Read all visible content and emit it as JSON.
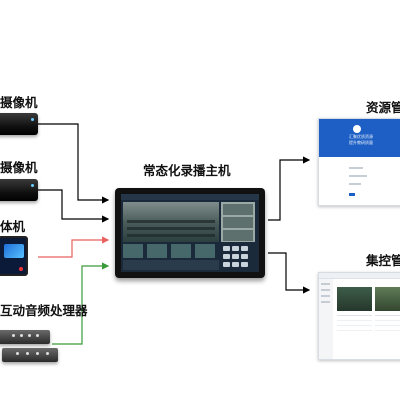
{
  "nodes": {
    "camera1_label": "摄像机",
    "camera2_label": "摄像机",
    "aio_label": "体机",
    "audio_label": "互动音频处理器",
    "host_label": "常态化录播主机",
    "resource_label": "资源管",
    "control_label": "集控管"
  },
  "resource_panel": {
    "banner_line1": "汇聚优质资源",
    "banner_line2": "提升教研质量"
  },
  "colors": {
    "black_arrow": "#000000",
    "red_arrow": "#e8625e",
    "green_arrow": "#3a9b3a",
    "banner_blue": "#1d5fc4"
  }
}
